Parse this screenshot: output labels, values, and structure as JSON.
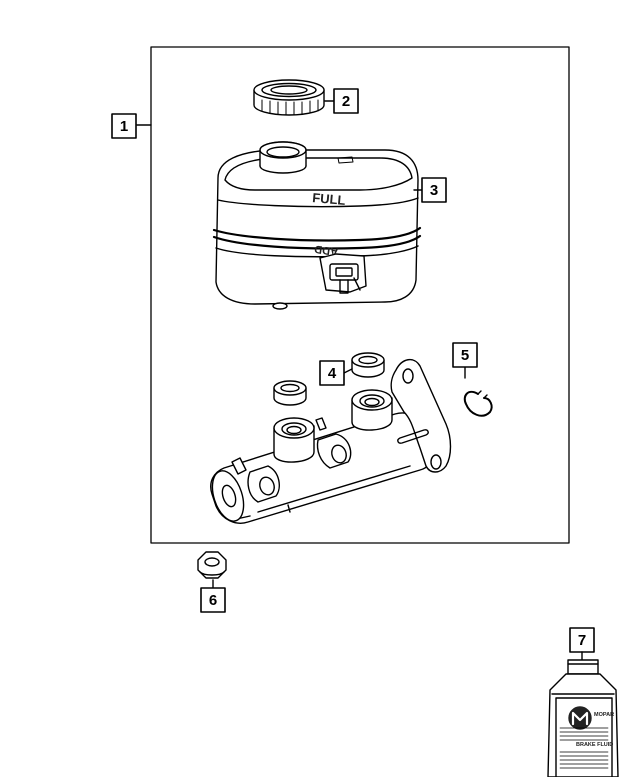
{
  "callouts": {
    "c1": "1",
    "c2": "2",
    "c3": "3",
    "c4": "4",
    "c5": "5",
    "c6": "6",
    "c7": "7"
  },
  "embossing": {
    "full": "FULL",
    "add": "ADD"
  },
  "bottle": {
    "brand": "MOPAR",
    "product": "BRAKE FLUID"
  },
  "colors": {
    "line": "#000000",
    "background": "#ffffff"
  }
}
